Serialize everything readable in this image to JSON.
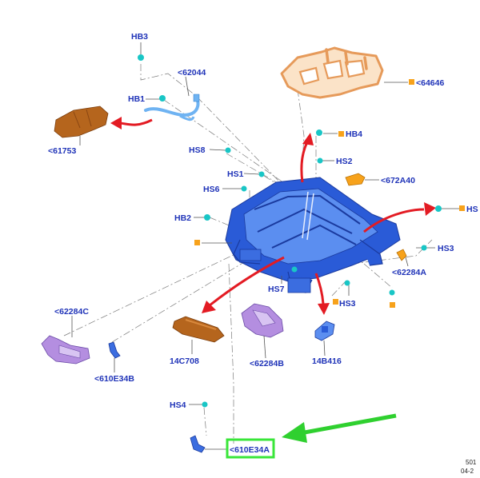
{
  "colors": {
    "label": "#1f33b8",
    "frame": "#2a5bd7",
    "frame_dark": "#1a3a9e",
    "arrow_red": "#e31b23",
    "arrow_green": "#2fd02f",
    "highlight": "#39e639",
    "fastener": "#19c6c6",
    "marker": "#f7a21b",
    "bronze": "#b5651d",
    "lilac": "#b48ee0",
    "light_blue": "#6fb3f2",
    "copper_outline": "#e69a5a"
  },
  "labels": {
    "hb3": "HB3",
    "p62044": "<62044",
    "hb1": "HB1",
    "p64646": "<64646",
    "p61753": "<61753",
    "hb4": "HB4",
    "hs8": "HS8",
    "hs2": "HS2",
    "hs1": "HS1",
    "p672a40": "<672A40",
    "hs6": "HS6",
    "hs_right": "HS",
    "hb2": "HB2",
    "hs3": "HS3",
    "p62284a": "<62284A",
    "hs7": "HS7",
    "hs3b": "HS3",
    "p62284c": "<62284C",
    "p14c708": "14C708",
    "p62284b": "<62284B",
    "p14b416": "14B416",
    "p610e34b": "<610E34B",
    "hs4": "HS4",
    "p610e34a": "<610E34A"
  },
  "footer": {
    "code": "501",
    "date": "04-2"
  }
}
